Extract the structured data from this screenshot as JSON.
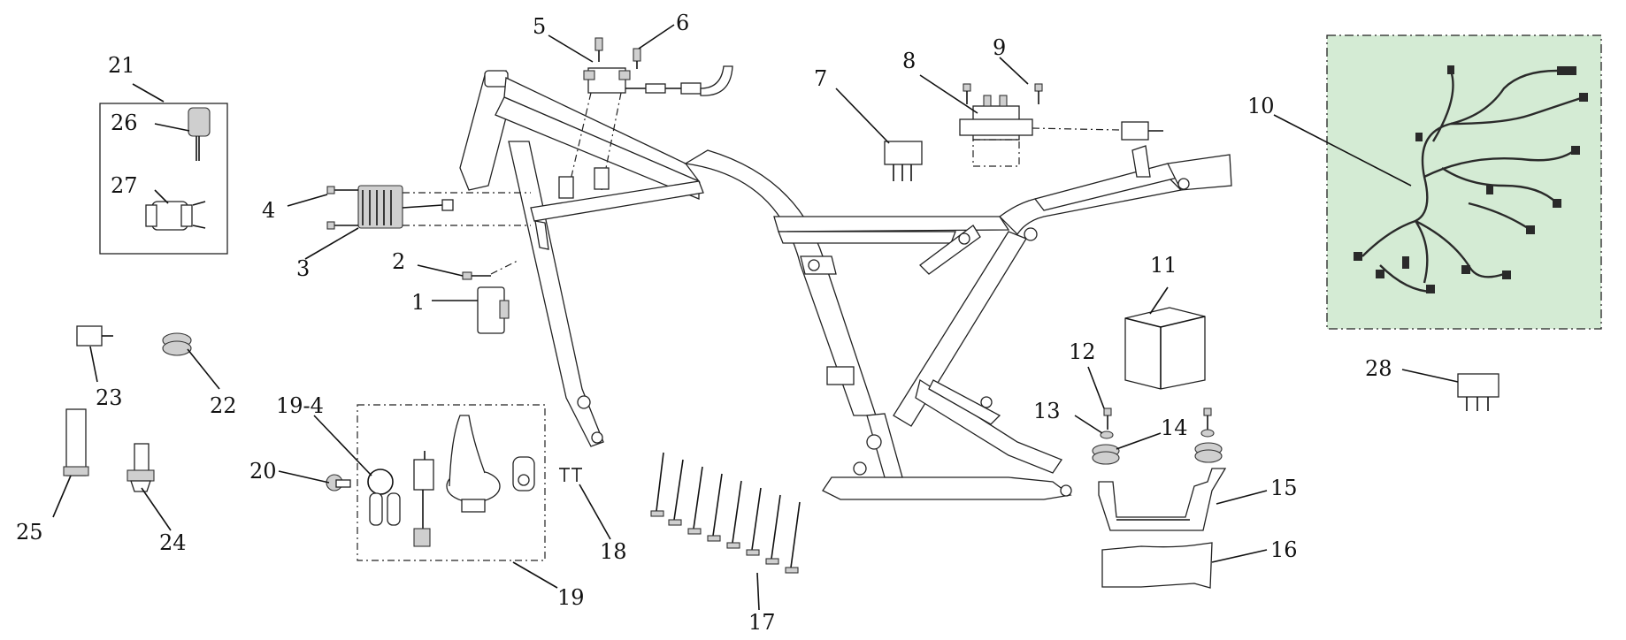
{
  "diagram": {
    "callouts": [
      {
        "id": "1",
        "text": "1"
      },
      {
        "id": "2",
        "text": "2"
      },
      {
        "id": "3",
        "text": "3"
      },
      {
        "id": "4",
        "text": "4"
      },
      {
        "id": "5",
        "text": "5"
      },
      {
        "id": "6",
        "text": "6"
      },
      {
        "id": "7",
        "text": "7"
      },
      {
        "id": "8",
        "text": "8"
      },
      {
        "id": "9",
        "text": "9"
      },
      {
        "id": "10",
        "text": "10"
      },
      {
        "id": "11",
        "text": "11"
      },
      {
        "id": "12",
        "text": "12"
      },
      {
        "id": "13",
        "text": "13"
      },
      {
        "id": "14",
        "text": "14"
      },
      {
        "id": "15",
        "text": "15"
      },
      {
        "id": "16",
        "text": "16"
      },
      {
        "id": "17",
        "text": "17"
      },
      {
        "id": "18",
        "text": "18"
      },
      {
        "id": "19",
        "text": "19"
      },
      {
        "id": "19-4",
        "text": "19-4"
      },
      {
        "id": "20",
        "text": "20"
      },
      {
        "id": "21",
        "text": "21"
      },
      {
        "id": "22",
        "text": "22"
      },
      {
        "id": "23",
        "text": "23"
      },
      {
        "id": "24",
        "text": "24"
      },
      {
        "id": "25",
        "text": "25"
      },
      {
        "id": "26",
        "text": "26"
      },
      {
        "id": "27",
        "text": "27"
      },
      {
        "id": "28",
        "text": "28"
      }
    ],
    "colors": {
      "line": "#111111",
      "harness_panel_fill": "#d4ebd4",
      "wire": "#2a2a2a"
    }
  }
}
